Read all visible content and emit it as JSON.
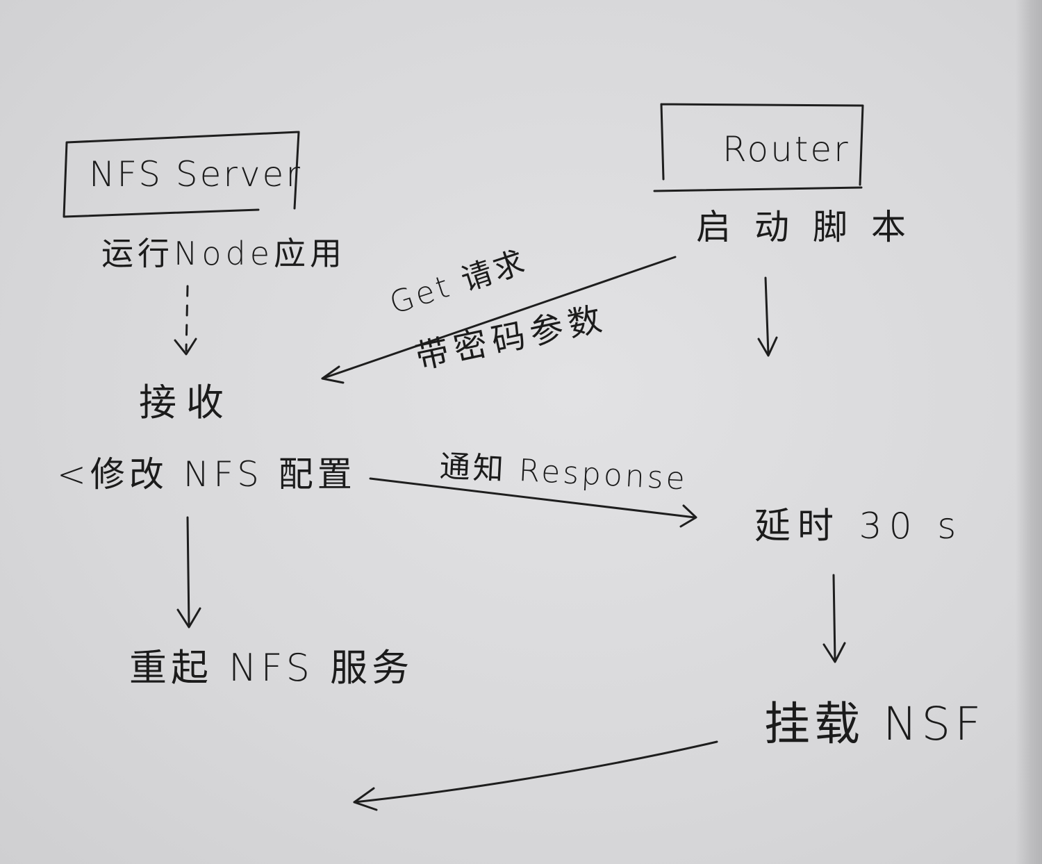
{
  "nodes": {
    "nfs_server": "NFS Server",
    "router": "Router",
    "run_node_app": "运行Node应用",
    "receive": "接收",
    "modify_nfs_config": "<修改 NFS 配置",
    "restart_nfs_service": "重起 NFS 服务",
    "start_script": "启动脚本",
    "delay": "延时 30 s",
    "mount_nsf": "挂载 NSF"
  },
  "edges": {
    "get_request": "Get 请求",
    "with_password_param": "带密码参数",
    "notify_response": "通知 Response"
  }
}
